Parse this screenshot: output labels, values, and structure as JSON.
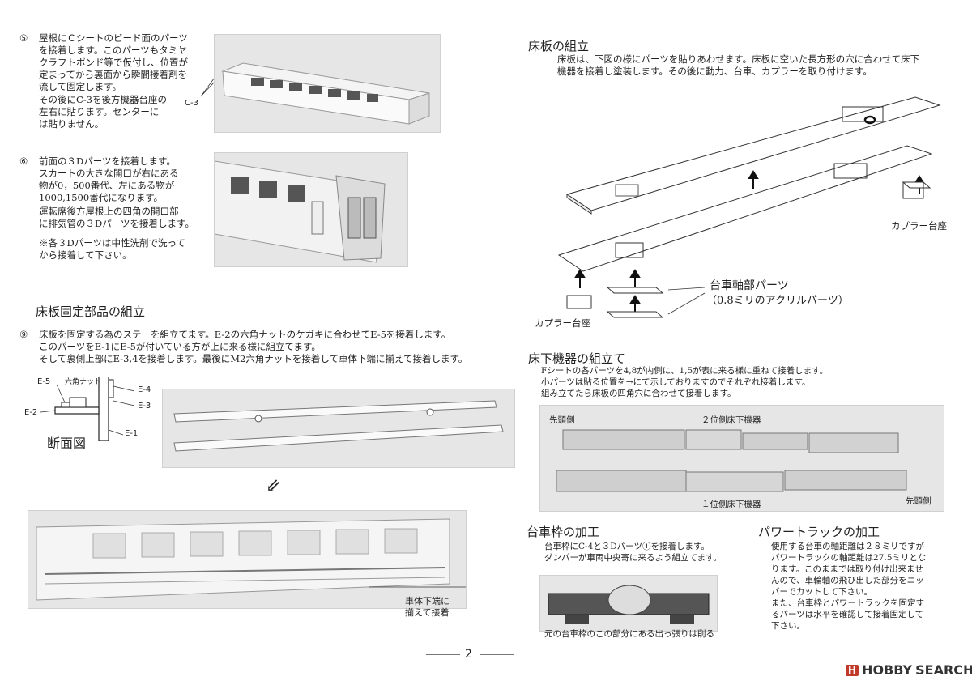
{
  "step5": {
    "num": "⑤",
    "text1": "屋根にＣシートのビード面のパーツ\nを接着します。このパーツもタミヤ\nクラフトボンド等で仮付し、位置が\n定まってから裏面から瞬間接着剤を\n流して固定します。",
    "text2": "その後にC-3を後方機器台座の\n左右に貼ります。センターに\nは貼りません。",
    "label_c3": "C-3"
  },
  "step6": {
    "num": "⑥",
    "text1": "前面の３Dパーツを接着します。\nスカートの大きな開口が右にある\n物が0，500番代、左にある物が\n1000,1500番代になります。",
    "text2": "運転席後方屋根上の四角の開口部\nに排気管の３Dパーツを接着します。",
    "text3": "※各３Dパーツは中性洗剤で洗って\nから接着して下さい。"
  },
  "floor_fix": {
    "title": "床板固定部品の組立",
    "num": "⑨",
    "text": "床板を固定する為のステーを組立てます。E-2の六角ナットのケガキに合わせてE-5を接着します。\nこのパーツをE-1にE-5が付いている方が上に来る様に組立てます。\nそして裏側上部にE-3,4を接着します。最後にM2六角ナットを接着して車体下端に揃えて接着します。",
    "diagram": {
      "e5": "E-5",
      "nut": "六角ナット",
      "e4": "E-4",
      "e3": "E-3",
      "e2": "E-2",
      "e1": "E-1",
      "caption": "断面図"
    },
    "arrow": "⇙",
    "callout": "車体下端に\n揃えて接着"
  },
  "floorboard": {
    "title": "床板の組立",
    "text": "床板は、下図の様にパーツを貼りあわせます。床板に空いた長方形の穴に合わせて床下\n機器を接着し塗装します。その後に動力、台車、カプラーを取り付けます。",
    "coupler_right": "カプラー台座",
    "coupler_left": "カプラー台座",
    "axle_title": "台車軸部パーツ",
    "axle_sub": "（0.8ミリのアクリルパーツ）"
  },
  "underfloor": {
    "title": "床下機器の組立て",
    "text": "Fシートの各パーツを4,8が内側に、1,5が表に来る様に重ねて接着します。\n小パーツは貼る位置を→にて示しておりますのでそれぞれ接着します。\n組み立てたら床板の四角穴に合わせて接着します。",
    "front_left": "先頭側",
    "side2": "２位側床下機器",
    "side1": "１位側床下機器",
    "front_right": "先頭側"
  },
  "bogie": {
    "title": "台車枠の加工",
    "text": "台車枠にC-4と３Dパーツ①を接着します。\nダンパーが車両中央寄に来るよう組立てます。",
    "caption": "元の台車枠のこの部分にある出っ張りは削る"
  },
  "power": {
    "title": "パワートラックの加工",
    "text1": "使用する台車の軸距離は２８ミリですが\nパワートラックの軸距離は27.5ミリとな\nります。このままでは取り付け出来ませ\nんので、車輪軸の飛び出した部分をニッ\nパーでカットして下さい。",
    "text2": "また、台車枠とパワートラックを固定す\nるパーツは水平を確認して接着固定して\n下さい。"
  },
  "footer": {
    "page": "2",
    "logo_left": "H",
    "logo_brand": "HOBBY",
    "logo_right": "SEARCH"
  },
  "colors": {
    "photo_bg": "#e6e6e6",
    "ink": "#222222",
    "logo_red": "#c0392b"
  }
}
